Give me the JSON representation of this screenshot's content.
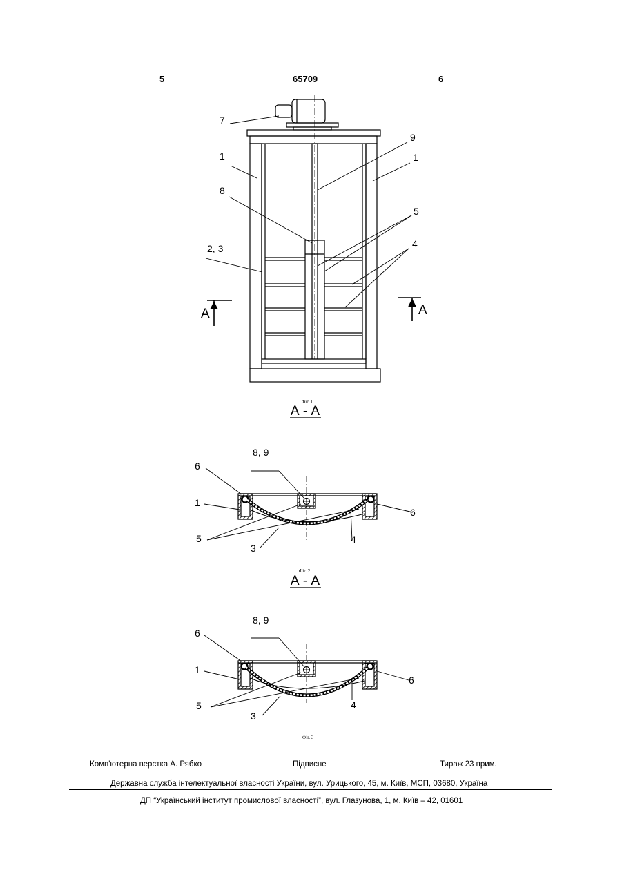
{
  "header": {
    "left_page": "5",
    "patent_number": "65709",
    "right_page": "6"
  },
  "figure1": {
    "labels": {
      "drive": "7",
      "shaft": "9",
      "frame_left": "1",
      "frame_right": "1",
      "sleeve": "8",
      "ribs": "5",
      "panels": "2, 3",
      "crossbars": "4"
    },
    "section_mark": "A",
    "caption": "Фіг. 1"
  },
  "figure2": {
    "title": "А - А",
    "labels": {
      "shaft": "8, 9",
      "seal_left": "6",
      "seal_right": "6",
      "frame": "1",
      "ribs": "5",
      "blade": "3",
      "crossbar": "4"
    },
    "caption": "Фіг. 2"
  },
  "figure3": {
    "title": "А - А",
    "labels": {
      "shaft": "8, 9",
      "seal_left": "6",
      "seal_right": "6",
      "frame": "1",
      "ribs": "5",
      "blade": "3",
      "crossbar": "4"
    },
    "caption": "Фіг. 3"
  },
  "footer": {
    "layout": "Комп'ютерна верстка А. Рябко",
    "subscription": "Підписне",
    "circulation": "Тираж 23 прим.",
    "agency": "Державна служба інтелектуальної власності України, вул. Урицького, 45, м. Київ, МСП, 03680, Україна",
    "institute": "ДП “Український інститут промислової власності”, вул. Глазунова, 1, м. Київ – 42, 01601"
  }
}
